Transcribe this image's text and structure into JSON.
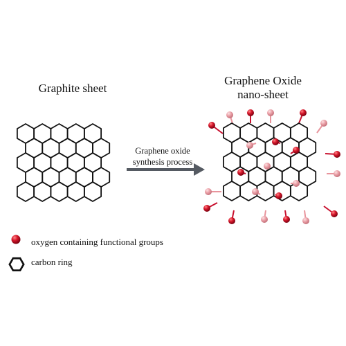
{
  "graphite": {
    "title": "Graphite sheet"
  },
  "graphene_oxide": {
    "title_line1": "Graphene Oxide",
    "title_line2": "nano-sheet"
  },
  "arrow": {
    "label_line1": "Graphene oxide",
    "label_line2": "synthesis process"
  },
  "legend": {
    "oxygen_label": "oxygen containing functional groups",
    "carbon_label": "carbon ring"
  },
  "colors": {
    "line": "#111111",
    "arrow": "#555a62",
    "oxygen_dark": "#c8102e",
    "oxygen_light": "#e8949c"
  }
}
